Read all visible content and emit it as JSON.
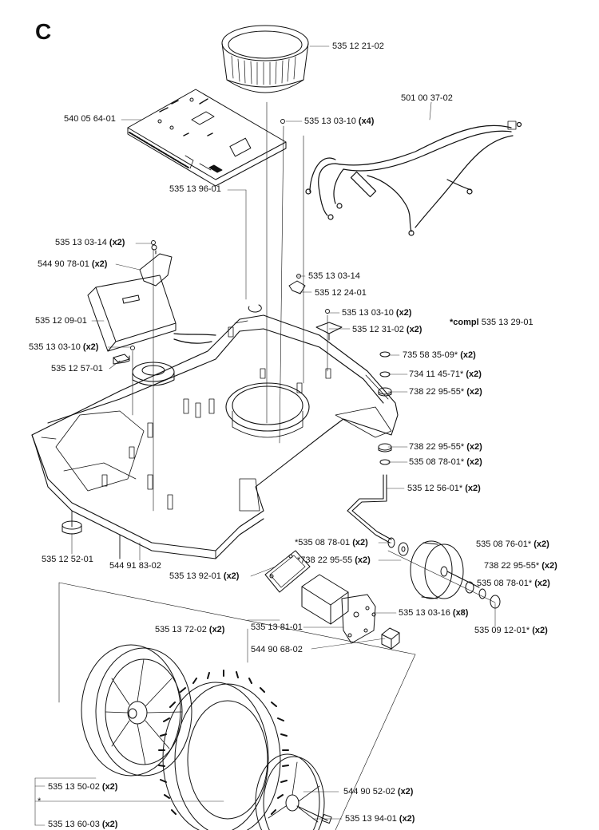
{
  "section": "C",
  "labels": [
    {
      "id": "l1",
      "pre": "",
      "text": "535 12 21-02",
      "qty": ""
    },
    {
      "id": "l2",
      "pre": "",
      "text": "540 05 64-01",
      "qty": ""
    },
    {
      "id": "l3",
      "pre": "",
      "text": "535 13 03-10",
      "qty": "(x4)"
    },
    {
      "id": "l4",
      "pre": "",
      "text": "501 00 37-02",
      "qty": ""
    },
    {
      "id": "l5",
      "pre": "",
      "text": "535 13 96-01",
      "qty": ""
    },
    {
      "id": "l6",
      "pre": "",
      "text": "535 13 03-14",
      "qty": "(x2)"
    },
    {
      "id": "l7",
      "pre": "",
      "text": "544 90 78-01",
      "qty": "(x2)"
    },
    {
      "id": "l8",
      "pre": "",
      "text": "535 13 03-14",
      "qty": ""
    },
    {
      "id": "l9",
      "pre": "",
      "text": "535 12 24-01",
      "qty": ""
    },
    {
      "id": "l10",
      "pre": "",
      "text": "535 12 09-01",
      "qty": ""
    },
    {
      "id": "l11",
      "pre": "",
      "text": "535 13 03-10",
      "qty": "(x2)"
    },
    {
      "id": "l12",
      "pre": "*compl",
      "text": "535 13 29-01",
      "qty": ""
    },
    {
      "id": "l13",
      "pre": "",
      "text": "535 12 31-02",
      "qty": "(x2)"
    },
    {
      "id": "l14",
      "pre": "",
      "text": "535 13 03-10",
      "qty": "(x2)"
    },
    {
      "id": "l15",
      "pre": "",
      "text": "535 12 57-01",
      "qty": ""
    },
    {
      "id": "l16",
      "pre": "",
      "text": "735 58 35-09*",
      "qty": "(x2)"
    },
    {
      "id": "l17",
      "pre": "",
      "text": "734 11 45-71*",
      "qty": "(x2)"
    },
    {
      "id": "l18",
      "pre": "",
      "text": "738 22 95-55*",
      "qty": "(x2)"
    },
    {
      "id": "l19",
      "pre": "",
      "text": "738 22 95-55*",
      "qty": "(x2)"
    },
    {
      "id": "l20",
      "pre": "",
      "text": "535 08 78-01*",
      "qty": "(x2)"
    },
    {
      "id": "l21",
      "pre": "",
      "text": "535 12 56-01*",
      "qty": "(x2)"
    },
    {
      "id": "l22",
      "pre": "",
      "text": "535 12 52-01",
      "qty": ""
    },
    {
      "id": "l23",
      "pre": "",
      "text": "*535 08 78-01",
      "qty": "(x2)"
    },
    {
      "id": "l24",
      "pre": "",
      "text": "*738 22 95-55",
      "qty": "(x2)"
    },
    {
      "id": "l25",
      "pre": "",
      "text": "535 08 76-01*",
      "qty": "(x2)"
    },
    {
      "id": "l26",
      "pre": "",
      "text": "544 91 83-02",
      "qty": ""
    },
    {
      "id": "l27",
      "pre": "",
      "text": "535 13 92-01",
      "qty": "(x2)"
    },
    {
      "id": "l28",
      "pre": "",
      "text": "738 22 95-55*",
      "qty": "(x2)"
    },
    {
      "id": "l29",
      "pre": "",
      "text": "535 08 78-01*",
      "qty": "(x2)"
    },
    {
      "id": "l30",
      "pre": "",
      "text": "535 13 03-16",
      "qty": "(x8)"
    },
    {
      "id": "l31",
      "pre": "",
      "text": "535 13 72-02",
      "qty": "(x2)"
    },
    {
      "id": "l32",
      "pre": "",
      "text": "535 13 81-01",
      "qty": ""
    },
    {
      "id": "l33",
      "pre": "",
      "text": "535 09 12-01*",
      "qty": "(x2)"
    },
    {
      "id": "l34",
      "pre": "",
      "text": "544 90 68-02",
      "qty": ""
    },
    {
      "id": "l35",
      "pre": "",
      "text": "535 13 50-02",
      "qty": "(x2)"
    },
    {
      "id": "l36",
      "pre": "",
      "text": "*",
      "qty": ""
    },
    {
      "id": "l37",
      "pre": "",
      "text": "544 90 52-02",
      "qty": "(x2)"
    },
    {
      "id": "l38",
      "pre": "",
      "text": "535 13 60-03",
      "qty": "(x2)"
    },
    {
      "id": "l39",
      "pre": "",
      "text": "535 13 94-01",
      "qty": "(x2)"
    }
  ]
}
